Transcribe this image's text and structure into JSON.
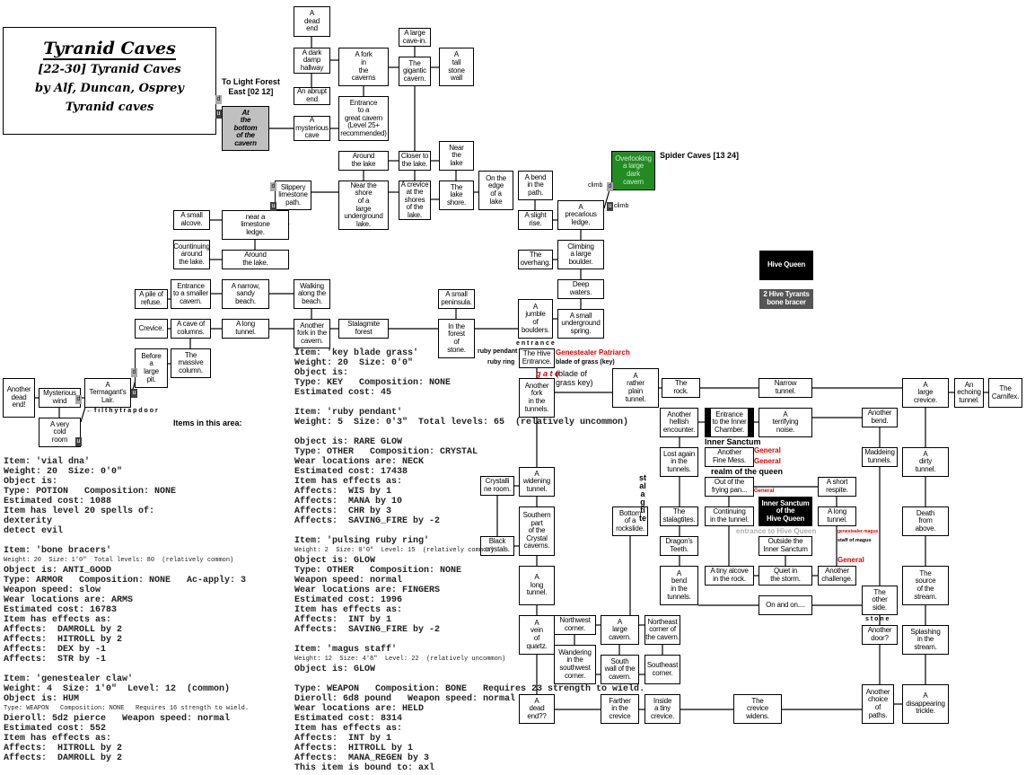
{
  "title": {
    "main": "Tyranid Caves",
    "lines": [
      "[22-30] Tyranid Caves",
      "by Alf, Duncan, Osprey",
      "Tyranid caves"
    ]
  },
  "colors": {
    "gray_room": "#c0c0c0",
    "green_room": "#228b22",
    "black_room": "#000000",
    "mob_red": "#e00000"
  },
  "rooms": [
    {
      "label": "A\ndead\nend"
    },
    {
      "label": "A dark\ndamp\nhallway"
    },
    {
      "label": "An abrupt\nend"
    },
    {
      "label": "A\nmysterious\ncave"
    },
    {
      "label": "A fork\nin\nthe\ncaverns"
    },
    {
      "label": "Entrance\nto a\ngreat cavern\n(Level 25+\nrecommended)"
    },
    {
      "label": "A large\ncave-in."
    },
    {
      "label": "The\ngigantic\ncavern."
    },
    {
      "label": "A\ntall\nstone\nwall"
    },
    {
      "label": "At\nthe\nbottom\nof the\ncavern",
      "style": "gray"
    },
    {
      "label": "Around\nthe lake"
    },
    {
      "label": "Closer to\nthe lake."
    },
    {
      "label": "Near\nthe\nlake"
    },
    {
      "label": "Slippery\nlimestone\npath."
    },
    {
      "label": "Near the\nshore\nof a\nlarge\nunderground\nlake."
    },
    {
      "label": "A crevice\nat the\nshores\nof the\nlake."
    },
    {
      "label": "The\nlake\nshore."
    },
    {
      "label": "On the\nedge\nof a\nlake"
    },
    {
      "label": "A bend\nin the\npath."
    },
    {
      "label": "A slight\nrise."
    },
    {
      "label": "A\nprecarious\nledge."
    },
    {
      "label": "Overlooking\na large\ndark\ncavern",
      "style": "green"
    },
    {
      "label": "A small\nalcove."
    },
    {
      "label": "near a\nlimestone\nledge."
    },
    {
      "label": "Countinuing\naround\nthe lake."
    },
    {
      "label": "Around\nthe lake."
    },
    {
      "label": "The\noverhang."
    },
    {
      "label": "Climbing\na large\nboulder."
    },
    {
      "label": "Deep\nwaters."
    },
    {
      "label": "A\njumble\nof\nboulders."
    },
    {
      "label": "A small\nunderground\nspring."
    },
    {
      "label": "A pile of\nrefuse."
    },
    {
      "label": "Entrance\nto a smaller\ncavern."
    },
    {
      "label": "A narrow,\nsandy\nbeach."
    },
    {
      "label": "Walking\nalong the\nbeach."
    },
    {
      "label": "A small\npeninsula."
    },
    {
      "label": "Crevice."
    },
    {
      "label": "A cave of\ncolumns."
    },
    {
      "label": "A long\ntunnel."
    },
    {
      "label": "Another\nfork in the\ncavern."
    },
    {
      "label": "Stalagmite\nforest"
    },
    {
      "label": "In the\nforest\nof\nstone."
    },
    {
      "label": "Before\na\nlarge\npit."
    },
    {
      "label": "The\nmassive\ncolumn."
    },
    {
      "label": "A\nTermagant's\nLair."
    },
    {
      "label": "Another\ndead\nend!"
    },
    {
      "label": "Mysterious\nwind"
    },
    {
      "label": "A very\ncold\nroom"
    },
    {
      "label": "The Hive\nEntrance."
    },
    {
      "label": "Another\nfork\nin the\ntunnels."
    },
    {
      "label": "A\nrather\nplain\ntunnel."
    },
    {
      "label": "The\nrock."
    },
    {
      "label": "Narrow\ntunnel."
    },
    {
      "label": "A\nlarge\ncrevice."
    },
    {
      "label": "An\nechoing\ntunnel."
    },
    {
      "label": "The\nCarnifex."
    },
    {
      "label": "Another\nhellish\nencounter."
    },
    {
      "label": "Entrance\nto the Inner\nChamber.",
      "style": "thick"
    },
    {
      "label": "A\nterrifying\nnoise."
    },
    {
      "label": "Another\nbend."
    },
    {
      "label": "Another\nFine Mess."
    },
    {
      "label": "Lost again\nin the\ntunnels."
    },
    {
      "label": "Maddeing\ntunnels."
    },
    {
      "label": "A\ndirty\ntunnel."
    },
    {
      "label": "A\nwidening\ntunnel."
    },
    {
      "label": "Crystalli\nne room."
    },
    {
      "label": "Out of the\nfrying pan..."
    },
    {
      "label": "A short\nrespite."
    },
    {
      "label": "Southern\npart\nof the\nCrystal\ncaverns."
    },
    {
      "label": "Bottom\nof a\nrockslide."
    },
    {
      "label": "The\nstalagtites."
    },
    {
      "label": "Continuing\nin the tunnel."
    },
    {
      "label": "Inner Sanctum\nof the\nHive Queen",
      "style": "black"
    },
    {
      "label": "A long\ntunnel."
    },
    {
      "label": "Death\nfrom\nabove."
    },
    {
      "label": "Black\ncrystals."
    },
    {
      "label": "Dragon's\nTeeth."
    },
    {
      "label": "Outside the\nInner Sanctum"
    },
    {
      "label": "A\nlong\ntunnel."
    },
    {
      "label": "A\nbend\nin the\ntunnels."
    },
    {
      "label": "A tiny alcove\nin the rock."
    },
    {
      "label": "Quiet in\nthe storm."
    },
    {
      "label": "Another\nchallenge."
    },
    {
      "label": "The\nsource\nof the\nstream."
    },
    {
      "label": "On and on...."
    },
    {
      "label": "The\nother\nside."
    },
    {
      "label": "A\nvein\nof\nquartz."
    },
    {
      "label": "Northwest\ncorner."
    },
    {
      "label": "A\nlarge\ncavern."
    },
    {
      "label": "Northeast\ncorner of\nthe cavern."
    },
    {
      "label": "Another\ndoor?"
    },
    {
      "label": "Splashing\nin the\nstream."
    },
    {
      "label": "Wandering\nin the\nsouthwest\ncorner."
    },
    {
      "label": "South\nwall of the\ncavern."
    },
    {
      "label": "Southeast\ncorner."
    },
    {
      "label": "A\ndead\nend??"
    },
    {
      "label": "Farther\nin the\ncrevice"
    },
    {
      "label": "Inside\na tiny\ncrevice."
    },
    {
      "label": "The\ncrevice\nwidens."
    },
    {
      "label": "Another\nchoice\nof\npaths."
    },
    {
      "label": "A\ndisappearing\ntrickle."
    }
  ],
  "mobs": {
    "hive_queen": "Hive Queen",
    "hive_tyrants": "2 Hive Tyrants\nbone bracer"
  },
  "labels": [
    {
      "text": "To Light Forest\nEast [02 12]",
      "kind": "bold"
    },
    {
      "text": "Spider Caves [13 24]",
      "kind": "bold"
    },
    {
      "text": "climb",
      "kind": "small"
    },
    {
      "text": "climb",
      "kind": "small"
    },
    {
      "text": "e n t r a n c e",
      "kind": "small-bold"
    },
    {
      "text": "ruby pendant",
      "kind": "small-bold"
    },
    {
      "text": "ruby ring",
      "kind": "small-bold"
    },
    {
      "text": "Genestealer Patriarch",
      "kind": "red"
    },
    {
      "text": "blade of grass (key)",
      "kind": "small-bold"
    },
    {
      "text": "g a t e",
      "kind": "red-italic"
    },
    {
      "text": "(blade of\ngrass key)",
      "kind": "normal"
    },
    {
      "text": "Items in this area:",
      "kind": "bold"
    },
    {
      "text": "← f i l t h y  t r a p d o o r",
      "kind": "small-bold"
    },
    {
      "text": "Inner Sanctum",
      "kind": "bold"
    },
    {
      "text": "General",
      "kind": "red"
    },
    {
      "text": "General",
      "kind": "red"
    },
    {
      "text": "realm of the queen",
      "kind": "bold"
    },
    {
      "text": "General",
      "kind": "red-small"
    },
    {
      "text": "entrance to Hive Queen",
      "kind": "gray"
    },
    {
      "text": "genestealer magus",
      "kind": "red-tiny"
    },
    {
      "text": "staff of magus",
      "kind": "tiny"
    },
    {
      "text": "General",
      "kind": "red"
    },
    {
      "text": "s t o n e",
      "kind": "small-bold"
    }
  ],
  "vertical_label": "stalagtite",
  "exits": [
    "d",
    "u",
    "d",
    "u",
    "d",
    "u",
    "d",
    "u",
    "d",
    "u"
  ],
  "items_left": [
    {
      "t": "Item: 'vial dna'"
    },
    {
      "t": "Weight: 20  Size: 0'0\""
    },
    {
      "t": "Object is:"
    },
    {
      "t": "Type: POTION   Composition: NONE"
    },
    {
      "t": "Estimated cost: 1088"
    },
    {
      "t": "Item has level 20 spells of:"
    },
    {
      "t": "dexterity"
    },
    {
      "t": "detect evil"
    },
    {
      "t": ""
    },
    {
      "t": "Item: 'bone bracers'"
    },
    {
      "t": "Weight: 20  Size: 1'0\"  Total levels: 80  (relatively common)",
      "small": true
    },
    {
      "t": "Object is: ANTI_GOOD"
    },
    {
      "t": "Type: ARMOR   Composition: NONE   Ac-apply: 3"
    },
    {
      "t": "Weapon speed: slow"
    },
    {
      "t": "Wear locations are: ARMS"
    },
    {
      "t": "Estimated cost: 16783"
    },
    {
      "t": "Item has effects as:"
    },
    {
      "t": "Affects:  DAMROLL by 2"
    },
    {
      "t": "Affects:  HITROLL by 2"
    },
    {
      "t": "Affects:  DEX by -1"
    },
    {
      "t": "Affects:  STR by -1"
    },
    {
      "t": ""
    },
    {
      "t": "Item: 'genestealer claw'"
    },
    {
      "t": "Weight: 4  Size: 1'0\"  Level: 12  (common)"
    },
    {
      "t": "Object is: HUM"
    },
    {
      "t": "Type: WEAPON   Composition: NONE   Requires 16 strength to wield.",
      "small": true
    },
    {
      "t": "Dieroll: 5d2 pierce   Weapon speed: normal"
    },
    {
      "t": "Estimated cost: 552"
    },
    {
      "t": "Item has effects as:"
    },
    {
      "t": "Affects:  HITROLL by 2"
    },
    {
      "t": "Affects:  DAMROLL by 2"
    }
  ],
  "items_middle": [
    {
      "t": "Item: 'key blade grass'"
    },
    {
      "t": "Weight: 20  Size: 0'0\""
    },
    {
      "t": "Object is:"
    },
    {
      "t": "Type: KEY   Composition: NONE"
    },
    {
      "t": "Estimated cost: 45"
    },
    {
      "t": ""
    },
    {
      "t": "Item: 'ruby pendant'"
    },
    {
      "t": "Weight: 5  Size: 0'3\"  Total levels: 65  (relatively uncommon)"
    },
    {
      "t": ""
    },
    {
      "t": "Object is: RARE GLOW"
    },
    {
      "t": "Type: OTHER   Composition: CRYSTAL"
    },
    {
      "t": "Wear locations are: NECK"
    },
    {
      "t": "Estimated cost: 17438"
    },
    {
      "t": "Item has effects as:"
    },
    {
      "t": "Affects:  WIS by 1"
    },
    {
      "t": "Affects:  MANA by 10"
    },
    {
      "t": "Affects:  CHR by 3"
    },
    {
      "t": "Affects:  SAVING_FIRE by -2"
    },
    {
      "t": ""
    },
    {
      "t": "Item: 'pulsing ruby ring'"
    },
    {
      "t": "Weight: 2  Size: 0'0\"  Level: 15  (relatively common)",
      "small": true
    },
    {
      "t": "Object is: GLOW"
    },
    {
      "t": "Type: OTHER   Composition: NONE"
    },
    {
      "t": "Weapon speed: normal"
    },
    {
      "t": "Wear locations are: FINGERS"
    },
    {
      "t": "Estimated cost: 1996"
    },
    {
      "t": "Item has effects as:"
    },
    {
      "t": "Affects:  INT by 1"
    },
    {
      "t": "Affects:  SAVING_FIRE by -2"
    },
    {
      "t": ""
    },
    {
      "t": "Item: 'magus staff'"
    },
    {
      "t": "Weight: 12  Size: 4'8\"  Level: 22  (relatively uncommon)",
      "small": true
    },
    {
      "t": "Object is: GLOW"
    },
    {
      "t": ""
    },
    {
      "t": "Type: WEAPON   Composition: BONE   Requires 23 strength to wield."
    },
    {
      "t": "Dieroll: 6d8 pound   Weapon speed: normal"
    },
    {
      "t": "Wear locations are: HELD"
    },
    {
      "t": "Estimated cost: 8314"
    },
    {
      "t": "Item has effects as:"
    },
    {
      "t": "Affects:  INT by 1"
    },
    {
      "t": "Affects:  HITROLL by 1"
    },
    {
      "t": "Affects:  MANA_REGEN by 3"
    },
    {
      "t": "This item is bound to: axl"
    }
  ]
}
